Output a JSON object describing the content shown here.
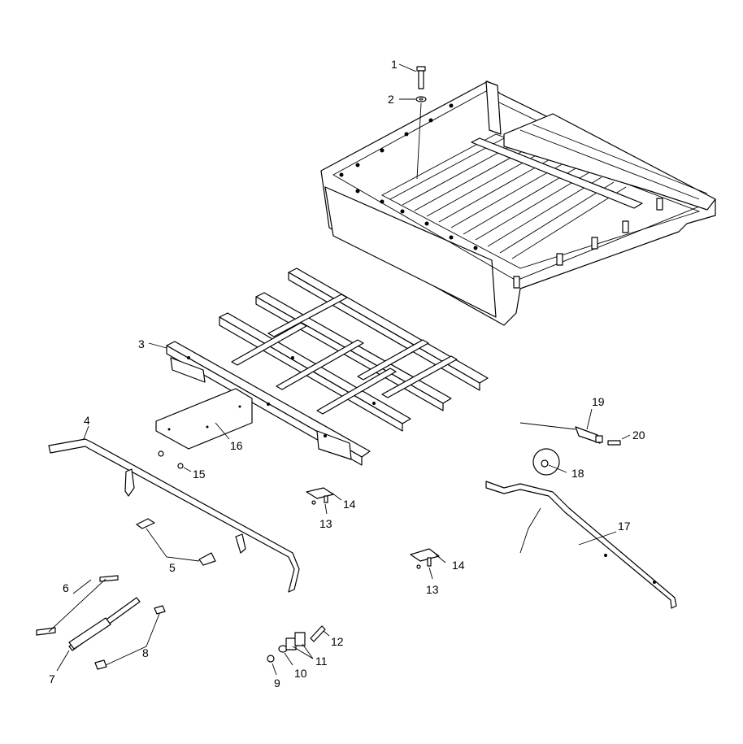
{
  "callouts": {
    "c1": "1",
    "c2": "2",
    "c3": "3",
    "c4": "4",
    "c5": "5",
    "c6": "6",
    "c7": "7",
    "c8": "8",
    "c9": "9",
    "c10": "10",
    "c11": "11",
    "c12": "12",
    "c13a": "13",
    "c13b": "13",
    "c14a": "14",
    "c14b": "14",
    "c15": "15",
    "c16": "16",
    "c17": "17",
    "c18": "18",
    "c19": "19",
    "c20": "20"
  }
}
